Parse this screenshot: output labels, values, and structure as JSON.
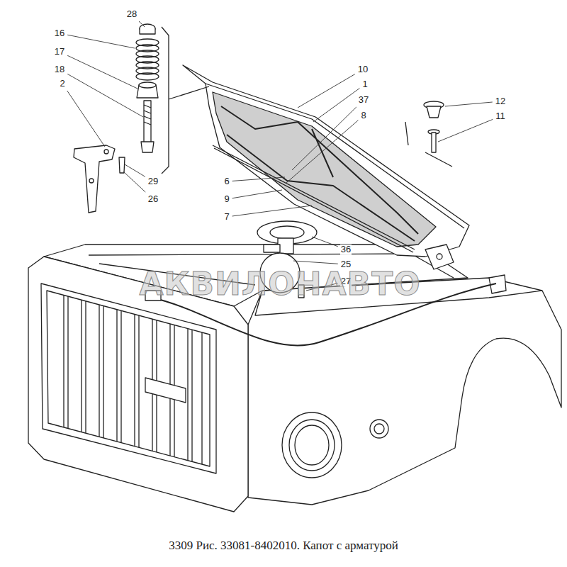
{
  "diagram": {
    "caption": "3309 Рис. 33081-8402010. Капот с арматурой",
    "labels": [
      "28",
      "16",
      "17",
      "18",
      "2",
      "10",
      "1",
      "37",
      "8",
      "12",
      "11",
      "29",
      "26",
      "6",
      "9",
      "7",
      "36",
      "25",
      "27",
      "АКВИЛОНАВТО"
    ]
  }
}
